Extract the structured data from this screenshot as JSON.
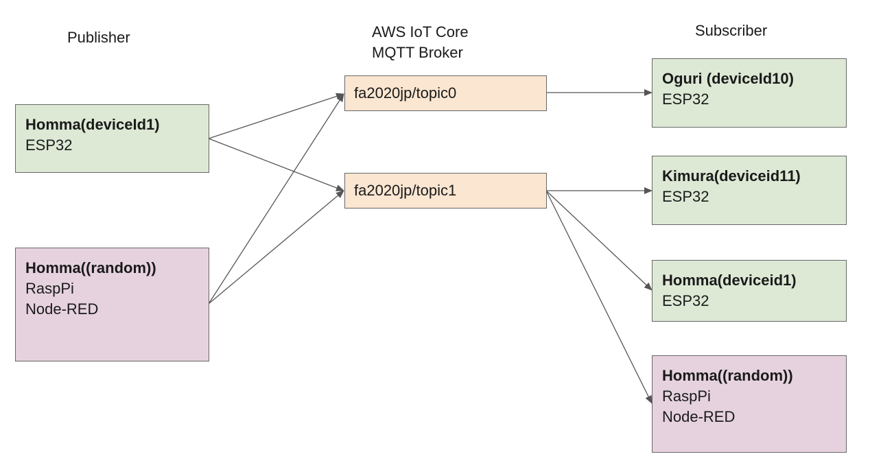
{
  "headings": {
    "publisher": "Publisher",
    "broker_line1": "AWS IoT Core",
    "broker_line2": "MQTT Broker",
    "subscriber": "Subscriber"
  },
  "publishers": [
    {
      "name": "Homma(deviceId1)",
      "lines": [
        "ESP32",
        ""
      ],
      "color": "#dde9d5"
    },
    {
      "name": "Homma((random))",
      "lines": [
        "RaspPi",
        "Node-RED"
      ],
      "color": "#e6d2df"
    }
  ],
  "topics": [
    {
      "label": "fa2020jp/topic0",
      "color": "#fae6d1"
    },
    {
      "label": "fa2020jp/topic1",
      "color": "#fae6d1"
    }
  ],
  "subscribers": [
    {
      "name": "Oguri (deviceId10)",
      "lines": [
        "ESP32",
        ""
      ],
      "color": "#dde9d5"
    },
    {
      "name": "Kimura(deviceid11)",
      "lines": [
        "ESP32",
        ""
      ],
      "color": "#dde9d5"
    },
    {
      "name": "Homma(deviceid1)",
      "lines": [
        "ESP32",
        ""
      ],
      "color": "#dde9d5"
    },
    {
      "name": "Homma((random))",
      "lines": [
        "RaspPi",
        "Node-RED"
      ],
      "color": "#e6d2df"
    }
  ],
  "edges": [
    {
      "from": "publisher-1",
      "to": "topic-0"
    },
    {
      "from": "publisher-1",
      "to": "topic-1"
    },
    {
      "from": "publisher-2",
      "to": "topic-0"
    },
    {
      "from": "publisher-2",
      "to": "topic-1"
    },
    {
      "from": "topic-0",
      "to": "subscriber-1"
    },
    {
      "from": "topic-1",
      "to": "subscriber-2"
    },
    {
      "from": "topic-1",
      "to": "subscriber-3"
    },
    {
      "from": "topic-1",
      "to": "subscriber-4"
    }
  ]
}
